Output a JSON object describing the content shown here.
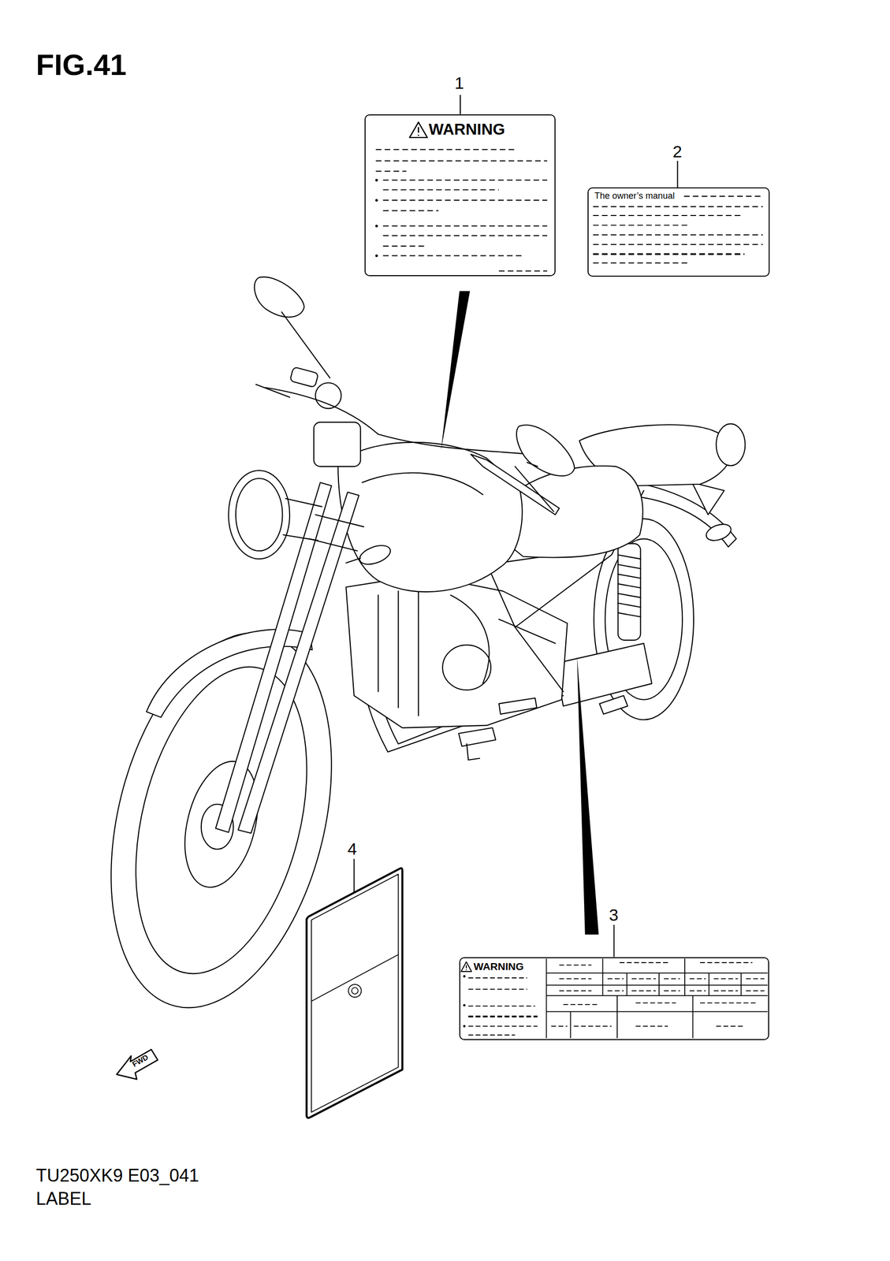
{
  "diagram": {
    "title": "FIG.41",
    "nodes": [
      {
        "text": [
          "WARNING"
        ]
      },
      {
        "text": [
          "The owner’s manual"
        ]
      },
      {
        "text": [
          "WARNING"
        ]
      }
    ],
    "labels": [
      "1",
      "2",
      "3",
      "4",
      "FWD",
      "TU250XK9 E03_041",
      "LABEL"
    ]
  }
}
